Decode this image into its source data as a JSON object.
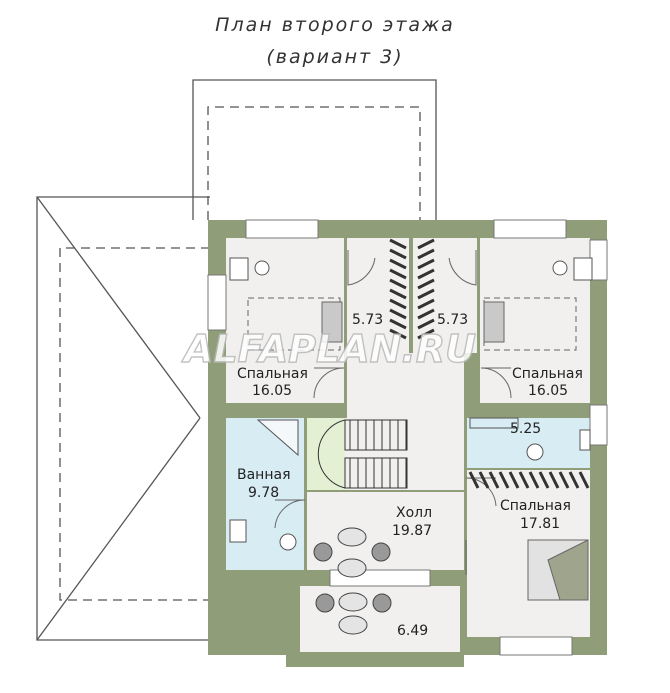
{
  "title_line1": "План второго этажа",
  "title_line2": "(вариант 3)",
  "watermark": "ALFAPLAN.RU",
  "colors": {
    "wall": "#8f9e78",
    "room": "#f1f0ee",
    "bath": "#d8ecf4",
    "stair_bg": "#e4f0d4",
    "outline": "#555555"
  },
  "rooms": [
    {
      "id": "bedroom-nw",
      "name": "Спальная",
      "area": "16.05"
    },
    {
      "id": "closet-w",
      "name": "",
      "area": "5.73"
    },
    {
      "id": "closet-e",
      "name": "",
      "area": "5.73"
    },
    {
      "id": "bedroom-ne",
      "name": "Спальная",
      "area": "16.05"
    },
    {
      "id": "bath-e",
      "name": "",
      "area": "5.25"
    },
    {
      "id": "bathroom",
      "name": "Ванная",
      "area": "9.78"
    },
    {
      "id": "hall",
      "name": "Холл",
      "area": "19.87"
    },
    {
      "id": "bedroom-se",
      "name": "Спальная",
      "area": "17.81"
    },
    {
      "id": "balcony",
      "name": "",
      "area": "6.49"
    }
  ]
}
